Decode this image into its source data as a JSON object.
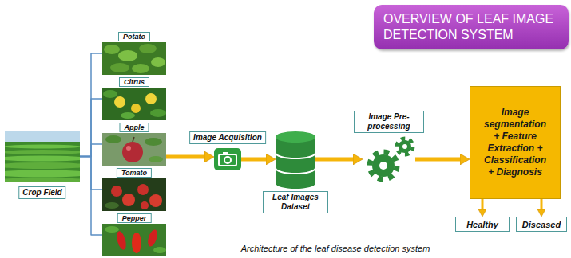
{
  "diagram": {
    "title": "OVERVIEW OF LEAF IMAGE DETECTION SYSTEM",
    "caption": "Architecture of the leaf disease detection system",
    "nodes": [
      {
        "text": [
          "Crop Field"
        ]
      },
      {
        "text": [
          "Potato"
        ]
      },
      {
        "text": [
          "Citrus"
        ]
      },
      {
        "text": [
          "Apple"
        ]
      },
      {
        "text": [
          "Tomato"
        ]
      },
      {
        "text": [
          "Pepper"
        ]
      },
      {
        "text": [
          "Image Acquisition"
        ]
      },
      {
        "text": [
          "Leaf Images Dataset"
        ]
      },
      {
        "text": [
          "Image Pre-processing"
        ]
      },
      {
        "text": [
          "Image segmentation + Feature Extraction + Classification + Diagnosis"
        ]
      },
      {
        "text": [
          "Healthy"
        ]
      },
      {
        "text": [
          "Diseased"
        ]
      }
    ],
    "edges": [
      {
        "from": 0,
        "to": 1,
        "arrow": "none"
      },
      {
        "from": 0,
        "to": 2,
        "arrow": "none"
      },
      {
        "from": 0,
        "to": 3,
        "arrow": "none"
      },
      {
        "from": 0,
        "to": 4,
        "arrow": "none"
      },
      {
        "from": 0,
        "to": 5,
        "arrow": "none"
      },
      {
        "from": 3,
        "to": 6,
        "arrow": "to"
      },
      {
        "from": 6,
        "to": 7,
        "arrow": "to"
      },
      {
        "from": 7,
        "to": 8,
        "arrow": "to"
      },
      {
        "from": 8,
        "to": 9,
        "arrow": "to"
      },
      {
        "from": 9,
        "to": 10,
        "arrow": "to"
      },
      {
        "from": 9,
        "to": 11,
        "arrow": "to"
      }
    ]
  }
}
